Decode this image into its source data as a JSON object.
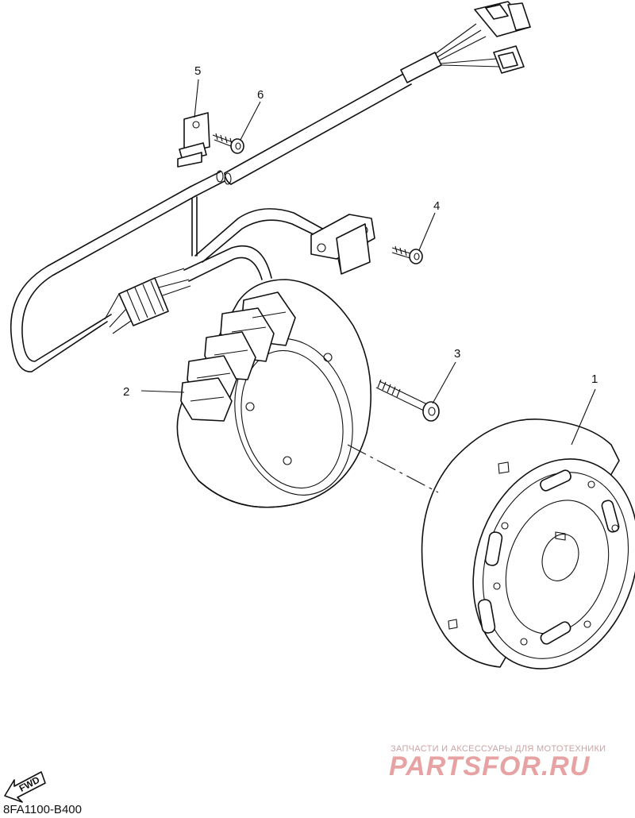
{
  "parts": [
    {
      "number": "1",
      "part": "rotor"
    },
    {
      "number": "2",
      "part": "stator"
    },
    {
      "number": "3",
      "part": "stator-bolt"
    },
    {
      "number": "4",
      "part": "clamp-screw"
    },
    {
      "number": "5",
      "part": "clip"
    },
    {
      "number": "6",
      "part": "clip-screw"
    }
  ],
  "drawing_code": "8FA1100-B400",
  "direction_label": "FWD",
  "watermark": {
    "tagline": "ЗАПЧАСТИ И АКСЕССУАРЫ ДЛЯ МОТОТЕХНИКИ",
    "brand": "PARTSFOR.RU",
    "color": "#e7a3a3"
  }
}
